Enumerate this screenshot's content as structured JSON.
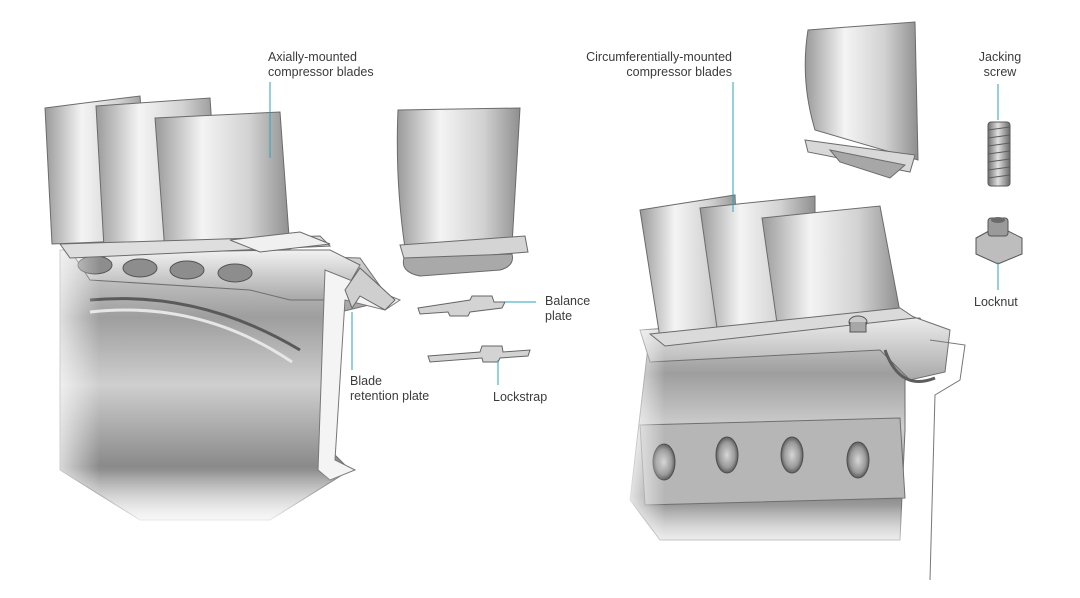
{
  "labels": {
    "axial_blades": [
      "Axially-mounted",
      "compressor blades"
    ],
    "balance_plate": [
      "Balance",
      "plate"
    ],
    "blade_retention_plate": [
      "Blade",
      "retention plate"
    ],
    "lockstrap": "Lockstrap",
    "circumferential_blades": [
      "Circumferentially-mounted",
      "compressor blades"
    ],
    "jacking_screw": [
      "Jacking",
      "screw"
    ],
    "locknut": "Locknut"
  },
  "colors": {
    "leader_line": "#2aa3b8",
    "metal_light": "#ececec",
    "metal_mid": "#bdbdbd",
    "metal_dark": "#7d7d7d",
    "outline": "#555555"
  }
}
